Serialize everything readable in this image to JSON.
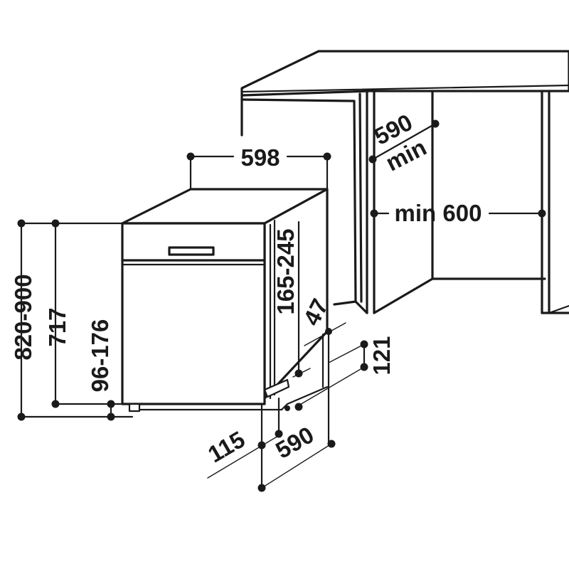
{
  "diagram": {
    "colors": {
      "line": "#1a1a1a",
      "background": "#ffffff"
    },
    "labels": {
      "width": "598",
      "niche_depth": "590",
      "niche_depth_min": "min",
      "niche_width": "min 600",
      "plinth_height_range": "165-245",
      "plinth_setback": "47",
      "foot_height": "121",
      "total_height_range": "820-900",
      "body_height": "717",
      "adjustable_range": "96-176",
      "door_offset": "115",
      "depth": "590"
    }
  }
}
